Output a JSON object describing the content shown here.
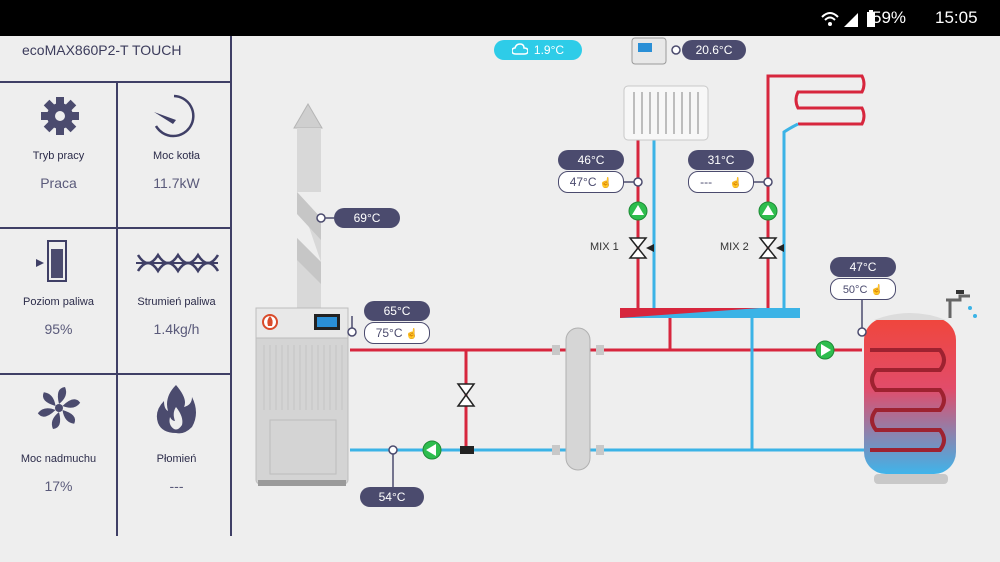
{
  "statusbar": {
    "battery": "59%",
    "time": "15:05"
  },
  "device": {
    "title": "ecoMAX860P2-T TOUCH"
  },
  "tiles": [
    {
      "label": "Tryb pracy",
      "value": "Praca",
      "icon": "gear-icon"
    },
    {
      "label": "Moc kotła",
      "value": "11.7kW",
      "icon": "gauge-icon"
    },
    {
      "label": "Poziom paliwa",
      "value": "95%",
      "icon": "fuel-level-icon"
    },
    {
      "label": "Strumień paliwa",
      "value": "1.4kg/h",
      "icon": "auger-icon"
    },
    {
      "label": "Moc nadmuchu",
      "value": "17%",
      "icon": "fan-icon"
    },
    {
      "label": "Płomień",
      "value": "---",
      "icon": "flame-icon"
    }
  ],
  "diagram": {
    "outdoor_temp": "1.9°C",
    "room_temp": "20.6°C",
    "flue_temp": "69°C",
    "boiler_temp": "65°C",
    "boiler_set": "75°C",
    "return_temp": "54°C",
    "mix1": {
      "label": "MIX 1",
      "temp": "46°C",
      "set": "47°C"
    },
    "mix2": {
      "label": "MIX 2",
      "temp": "31°C",
      "set": "---"
    },
    "dhw": {
      "temp": "47°C",
      "set": "50°C"
    }
  },
  "colors": {
    "hot": "#d7263d",
    "cold": "#3bb3e6",
    "accent": "#4b4b6e",
    "pump": "#2ebd4e"
  }
}
